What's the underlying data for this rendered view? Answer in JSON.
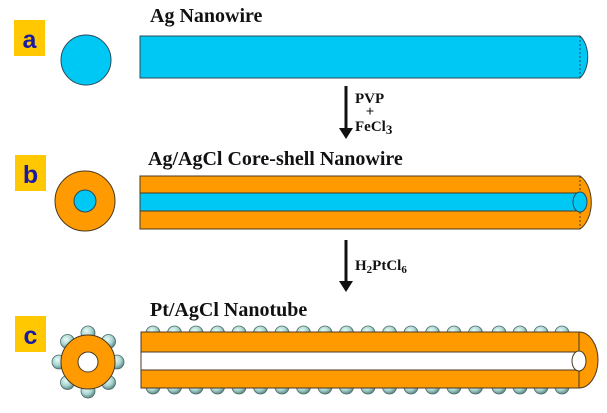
{
  "colors": {
    "silver": "#00c8f5",
    "agcl": "#ff9a00",
    "outline": "#4a3a20",
    "badge_bg": "#ffc800",
    "badge_text": "#1a1aa0",
    "pt_sphere": "#a8d4d0",
    "hollow": "#ffffff"
  },
  "panels": [
    {
      "label": "a",
      "title": "Ag Nanowire"
    },
    {
      "label": "b",
      "title": "Ag/AgCl Core-shell Nanowire"
    },
    {
      "label": "c",
      "title": "Pt/AgCl Nanotube"
    }
  ],
  "steps": [
    {
      "line1": "PVP",
      "line2": "+",
      "line3_main": "FeCl",
      "line3_sub": "3"
    },
    {
      "h": "H",
      "h_sub": "2",
      "pt": "PtCl",
      "pt_sub": "6"
    }
  ]
}
